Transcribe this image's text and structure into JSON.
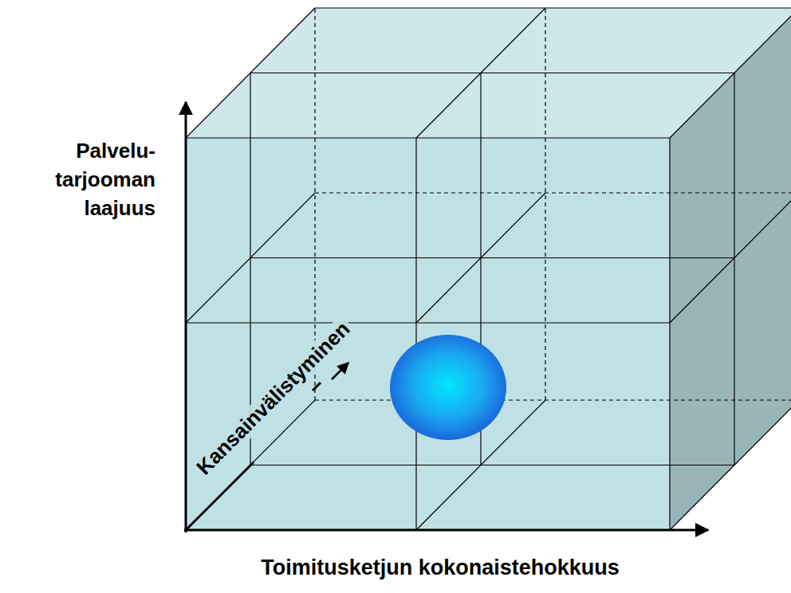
{
  "diagram": {
    "labels": [
      "Palvelu- tarjooman laajuus",
      "Kansainvälistyminen",
      "Toimitusketjun kokonaistehokkuus"
    ]
  }
}
